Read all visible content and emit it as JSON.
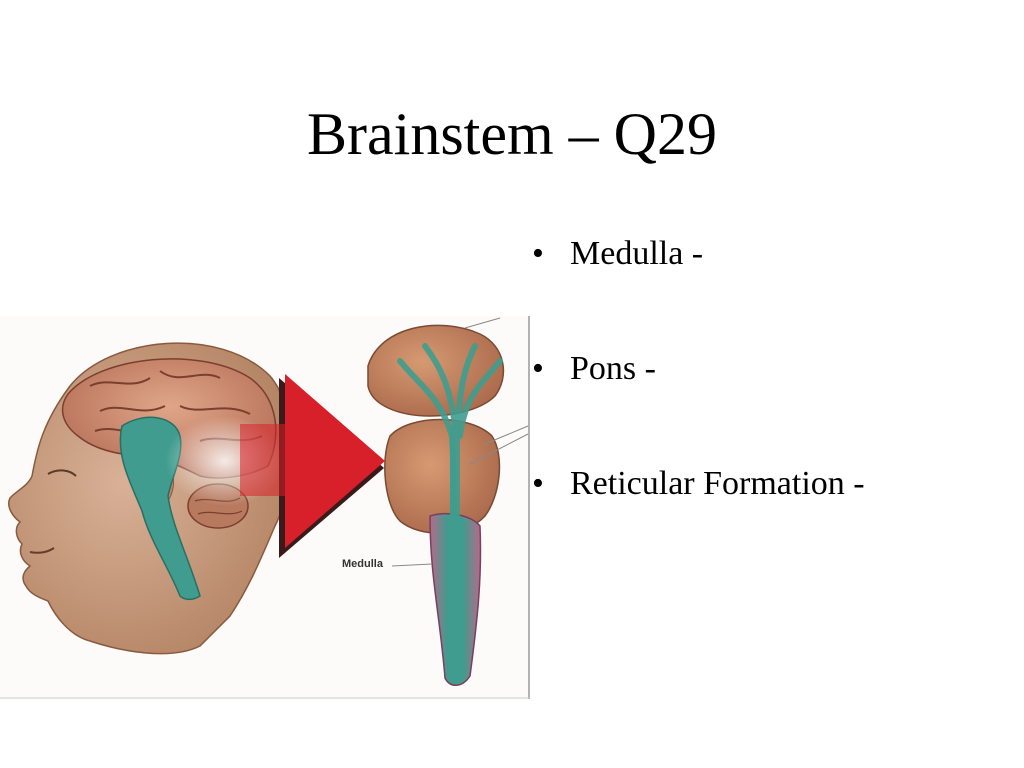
{
  "slide": {
    "title": "Brainstem – Q29",
    "bullets": [
      {
        "marker": "•",
        "text": "Medulla -"
      },
      {
        "marker": "•",
        "text": "Pons -"
      },
      {
        "marker": "•",
        "text": "Reticular Formation -"
      }
    ]
  },
  "figure": {
    "label_medulla": "Medulla",
    "colors": {
      "skin": "#c89a7a",
      "brain": "#c98a6e",
      "brainstem": "#3f9c8e",
      "arrow": "#d8202a",
      "arrow_shadow": "#3a1a1a"
    }
  }
}
